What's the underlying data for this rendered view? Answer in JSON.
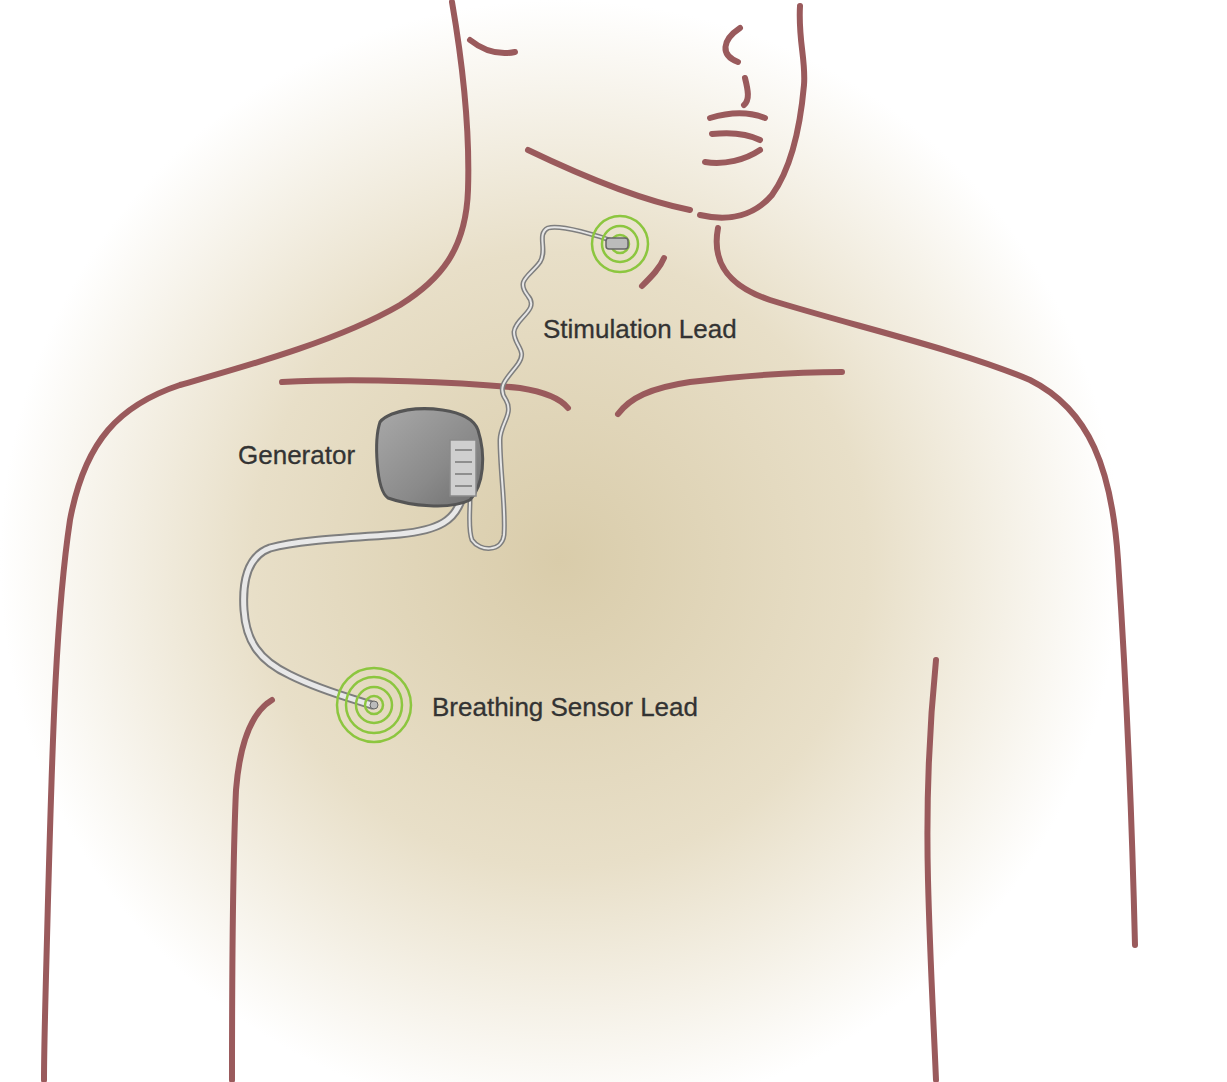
{
  "diagram": {
    "labels": [
      "Stimulation Lead",
      "Generator",
      "Breathing Sensor Lead"
    ]
  }
}
